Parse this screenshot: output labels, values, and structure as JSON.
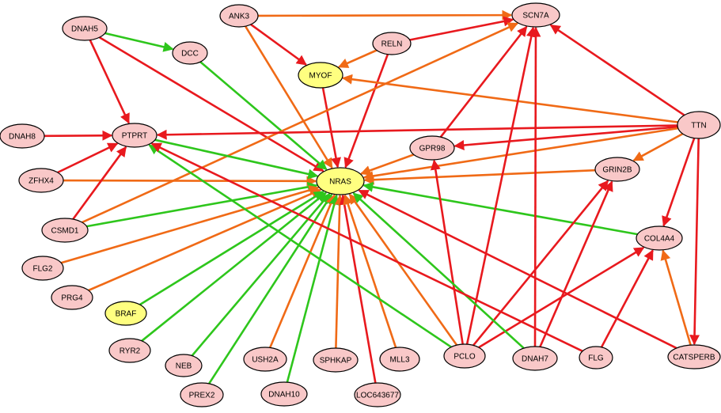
{
  "colors": {
    "red": "#e8191e",
    "orange": "#f06a16",
    "green": "#2ec61c",
    "node_pink": "#f9c8c8",
    "node_yellow": "#ffff80"
  },
  "nodes": [
    {
      "id": "DNAH5",
      "label": "DNAH5",
      "fill": "pink"
    },
    {
      "id": "ANK3",
      "label": "ANK3",
      "fill": "pink"
    },
    {
      "id": "SCN7A",
      "label": "SCN7A",
      "fill": "pink"
    },
    {
      "id": "DCC",
      "label": "DCC",
      "fill": "pink"
    },
    {
      "id": "RELN",
      "label": "RELN",
      "fill": "pink"
    },
    {
      "id": "MYOF",
      "label": "MYOF",
      "fill": "yellow"
    },
    {
      "id": "DNAH8",
      "label": "DNAH8",
      "fill": "pink"
    },
    {
      "id": "PTPRT",
      "label": "PTPRT",
      "fill": "pink"
    },
    {
      "id": "TTN",
      "label": "TTN",
      "fill": "pink"
    },
    {
      "id": "GPR98",
      "label": "GPR98",
      "fill": "pink"
    },
    {
      "id": "ZFHX4",
      "label": "ZFHX4",
      "fill": "pink"
    },
    {
      "id": "NRAS",
      "label": "NRAS",
      "fill": "yellow"
    },
    {
      "id": "GRIN2B",
      "label": "GRIN2B",
      "fill": "pink"
    },
    {
      "id": "CSMD1",
      "label": "CSMD1",
      "fill": "pink"
    },
    {
      "id": "COL4A4",
      "label": "COL4A4",
      "fill": "pink"
    },
    {
      "id": "FLG2",
      "label": "FLG2",
      "fill": "pink"
    },
    {
      "id": "PRG4",
      "label": "PRG4",
      "fill": "pink"
    },
    {
      "id": "BRAF",
      "label": "BRAF",
      "fill": "yellow"
    },
    {
      "id": "RYR2",
      "label": "RYR2",
      "fill": "pink"
    },
    {
      "id": "NEB",
      "label": "NEB",
      "fill": "pink"
    },
    {
      "id": "USH2A",
      "label": "USH2A",
      "fill": "pink"
    },
    {
      "id": "SPHKAP",
      "label": "SPHKAP",
      "fill": "pink"
    },
    {
      "id": "MLL3",
      "label": "MLL3",
      "fill": "pink"
    },
    {
      "id": "PCLO",
      "label": "PCLO",
      "fill": "pink"
    },
    {
      "id": "DNAH7",
      "label": "DNAH7",
      "fill": "pink"
    },
    {
      "id": "FLG",
      "label": "FLG",
      "fill": "pink"
    },
    {
      "id": "CATSPERB",
      "label": "CATSPERB",
      "fill": "pink"
    },
    {
      "id": "PREX2",
      "label": "PREX2",
      "fill": "pink"
    },
    {
      "id": "DNAH10",
      "label": "DNAH10",
      "fill": "pink"
    },
    {
      "id": "LOC643677",
      "label": "LOC643677",
      "fill": "pink"
    }
  ],
  "edges": [
    {
      "from": "DNAH5",
      "to": "DCC",
      "color": "green"
    },
    {
      "from": "DNAH5",
      "to": "PTPRT",
      "color": "red"
    },
    {
      "from": "DNAH5",
      "to": "NRAS",
      "color": "red"
    },
    {
      "from": "ANK3",
      "to": "SCN7A",
      "color": "orange"
    },
    {
      "from": "ANK3",
      "to": "MYOF",
      "color": "red"
    },
    {
      "from": "ANK3",
      "to": "NRAS",
      "color": "orange"
    },
    {
      "from": "DCC",
      "to": "NRAS",
      "color": "green"
    },
    {
      "from": "RELN",
      "to": "SCN7A",
      "color": "red"
    },
    {
      "from": "RELN",
      "to": "MYOF",
      "color": "orange"
    },
    {
      "from": "RELN",
      "to": "NRAS",
      "color": "red"
    },
    {
      "from": "MYOF",
      "to": "NRAS",
      "color": "red"
    },
    {
      "from": "DNAH8",
      "to": "PTPRT",
      "color": "red"
    },
    {
      "from": "ZFHX4",
      "to": "PTPRT",
      "color": "red"
    },
    {
      "from": "ZFHX4",
      "to": "NRAS",
      "color": "orange"
    },
    {
      "from": "CSMD1",
      "to": "PTPRT",
      "color": "red"
    },
    {
      "from": "CSMD1",
      "to": "NRAS",
      "color": "green"
    },
    {
      "from": "CSMD1",
      "to": "SCN7A",
      "color": "orange"
    },
    {
      "from": "PTPRT",
      "to": "NRAS",
      "color": "green"
    },
    {
      "from": "TTN",
      "to": "SCN7A",
      "color": "red"
    },
    {
      "from": "TTN",
      "to": "MYOF",
      "color": "orange"
    },
    {
      "from": "TTN",
      "to": "PTPRT",
      "color": "red"
    },
    {
      "from": "TTN",
      "to": "GPR98",
      "color": "red"
    },
    {
      "from": "TTN",
      "to": "NRAS",
      "color": "orange"
    },
    {
      "from": "TTN",
      "to": "GRIN2B",
      "color": "orange"
    },
    {
      "from": "TTN",
      "to": "COL4A4",
      "color": "red"
    },
    {
      "from": "TTN",
      "to": "CATSPERB",
      "color": "red"
    },
    {
      "from": "GPR98",
      "to": "SCN7A",
      "color": "red"
    },
    {
      "from": "GPR98",
      "to": "NRAS",
      "color": "orange"
    },
    {
      "from": "GRIN2B",
      "to": "NRAS",
      "color": "orange"
    },
    {
      "from": "COL4A4",
      "to": "NRAS",
      "color": "green"
    },
    {
      "from": "FLG2",
      "to": "NRAS",
      "color": "orange"
    },
    {
      "from": "PRG4",
      "to": "NRAS",
      "color": "orange"
    },
    {
      "from": "BRAF",
      "to": "NRAS",
      "color": "green"
    },
    {
      "from": "RYR2",
      "to": "NRAS",
      "color": "green"
    },
    {
      "from": "NEB",
      "to": "NRAS",
      "color": "green"
    },
    {
      "from": "PREX2",
      "to": "NRAS",
      "color": "green"
    },
    {
      "from": "USH2A",
      "to": "NRAS",
      "color": "orange"
    },
    {
      "from": "DNAH10",
      "to": "NRAS",
      "color": "green"
    },
    {
      "from": "SPHKAP",
      "to": "NRAS",
      "color": "orange"
    },
    {
      "from": "LOC643677",
      "to": "NRAS",
      "color": "red"
    },
    {
      "from": "MLL3",
      "to": "NRAS",
      "color": "orange"
    },
    {
      "from": "PCLO",
      "to": "NRAS",
      "color": "orange"
    },
    {
      "from": "PCLO",
      "to": "GPR98",
      "color": "red"
    },
    {
      "from": "PCLO",
      "to": "SCN7A",
      "color": "red"
    },
    {
      "from": "PCLO",
      "to": "GRIN2B",
      "color": "red"
    },
    {
      "from": "PCLO",
      "to": "COL4A4",
      "color": "red"
    },
    {
      "from": "PCLO",
      "to": "PTPRT",
      "color": "green"
    },
    {
      "from": "DNAH7",
      "to": "SCN7A",
      "color": "red"
    },
    {
      "from": "DNAH7",
      "to": "NRAS",
      "color": "green"
    },
    {
      "from": "DNAH7",
      "to": "GRIN2B",
      "color": "red"
    },
    {
      "from": "FLG",
      "to": "PTPRT",
      "color": "red"
    },
    {
      "from": "FLG",
      "to": "COL4A4",
      "color": "red"
    },
    {
      "from": "CATSPERB",
      "to": "NRAS",
      "color": "red"
    },
    {
      "from": "CATSPERB",
      "to": "COL4A4",
      "color": "orange"
    }
  ]
}
